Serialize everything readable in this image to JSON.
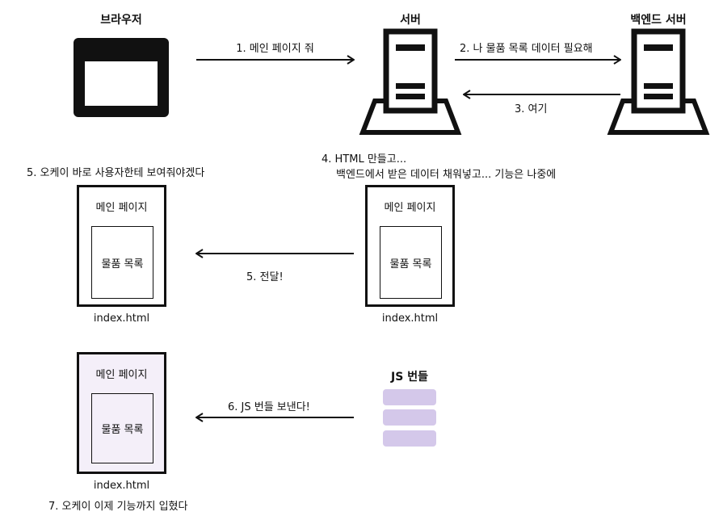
{
  "nodes": {
    "browser": {
      "title": "브라우저"
    },
    "server": {
      "title": "서버"
    },
    "backend": {
      "title": "백엔드 서버"
    },
    "js_bundle": {
      "title": "JS 번들"
    }
  },
  "steps": {
    "step1": "1. 메인 페이지 줘",
    "step2": "2. 나 물품 목록 데이터 필요해",
    "step3": "3. 여기",
    "step4_line1": "4. HTML 만들고...",
    "step4_line2": "백엔드에서 받은 데이터 채워넣고... 기능은 나중에",
    "step5_caption": "5. 오케이 바로 사용자한테 보여줘야겠다",
    "step5_arrow": "5. 전달!",
    "step6": "6. JS 번들 보낸다!",
    "step7": "7. 오케이 이제 기능까지 입혔다"
  },
  "documents": {
    "client_html": {
      "page_title": "메인 페이지",
      "content": "물품 목록",
      "filename": "index.html"
    },
    "server_html": {
      "page_title": "메인 페이지",
      "content": "물품 목록",
      "filename": "index.html"
    },
    "hydrated_html": {
      "page_title": "메인 페이지",
      "content": "물품 목록",
      "filename": "index.html"
    }
  },
  "colors": {
    "stroke": "#111111",
    "js_bundle": "#d4c8ea",
    "hydrated_page": "#f4eff9"
  }
}
